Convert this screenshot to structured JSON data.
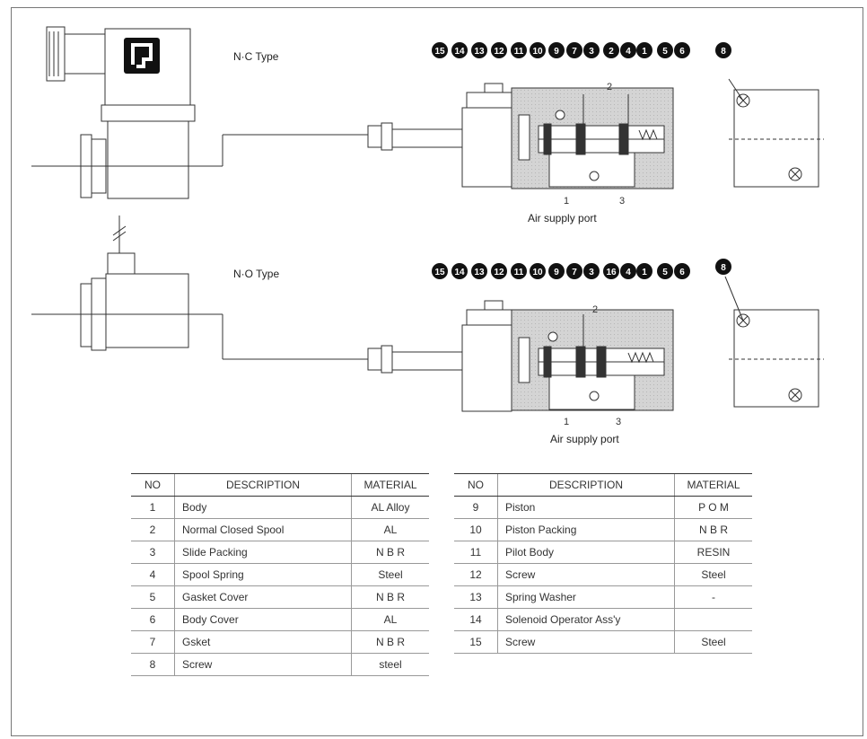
{
  "labels": {
    "nc_type": "N·C Type",
    "no_type": "N·O Type",
    "air_supply": "Air supply port",
    "port_1": "1",
    "port_2": "2",
    "port_3": "3"
  },
  "badges": {
    "nc": [
      "15",
      "14",
      "13",
      "12",
      "11",
      "10",
      "9",
      "7",
      "3",
      "2",
      "4",
      "1",
      "5",
      "6"
    ],
    "no": [
      "15",
      "14",
      "13",
      "12",
      "11",
      "10",
      "9",
      "7",
      "3",
      "16",
      "4",
      "1",
      "5",
      "6"
    ],
    "screw": "8"
  },
  "table_headers": {
    "no": "NO",
    "description": "DESCRIPTION",
    "material": "MATERIAL"
  },
  "parts_left": [
    {
      "no": "1",
      "desc": "Body",
      "mat": "AL Alloy"
    },
    {
      "no": "2",
      "desc": "Normal Closed Spool",
      "mat": "AL"
    },
    {
      "no": "3",
      "desc": "Slide Packing",
      "mat": "N B R"
    },
    {
      "no": "4",
      "desc": "Spool Spring",
      "mat": "Steel"
    },
    {
      "no": "5",
      "desc": "Gasket Cover",
      "mat": "N B R"
    },
    {
      "no": "6",
      "desc": "Body Cover",
      "mat": "AL"
    },
    {
      "no": "7",
      "desc": "Gsket",
      "mat": "N B R"
    },
    {
      "no": "8",
      "desc": "Screw",
      "mat": "steel"
    }
  ],
  "parts_right": [
    {
      "no": "9",
      "desc": "Piston",
      "mat": "P O M"
    },
    {
      "no": "10",
      "desc": "Piston Packing",
      "mat": "N B R"
    },
    {
      "no": "11",
      "desc": "Pilot Body",
      "mat": "RESIN"
    },
    {
      "no": "12",
      "desc": "Screw",
      "mat": "Steel"
    },
    {
      "no": "13",
      "desc": "Spring Washer",
      "mat": "-"
    },
    {
      "no": "14",
      "desc": "Solenoid Operator Ass'y",
      "mat": ""
    },
    {
      "no": "15",
      "desc": "Screw",
      "mat": "Steel"
    }
  ]
}
